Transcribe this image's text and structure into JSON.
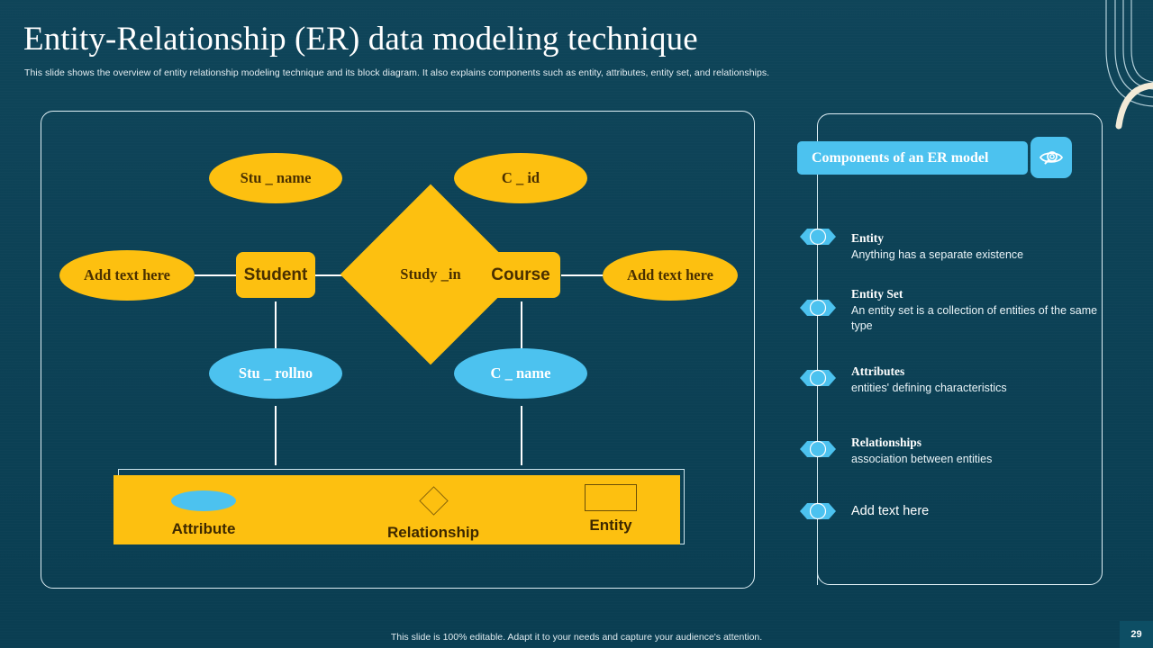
{
  "header": {
    "title": "Entity-Relationship (ER) data modeling technique",
    "subtitle": "This slide shows the overview of entity relationship modeling technique and its block diagram. It also explains components such as entity, attributes, entity set, and relationships."
  },
  "diagram": {
    "nodes": {
      "stu_name": "Stu _ name",
      "c_id": "C _ id",
      "add_text_left": "Add text here",
      "student": "Student",
      "study_in": "Study _in",
      "course": "Course",
      "add_text_right": "Add text here",
      "stu_rollno": "Stu _ rollno",
      "c_name": "C _ name"
    }
  },
  "legend": {
    "items": [
      {
        "shape": "ellipse",
        "label": "Attribute"
      },
      {
        "shape": "diamond",
        "label": "Relationship"
      },
      {
        "shape": "rectangle",
        "label": "Entity"
      }
    ]
  },
  "components_panel": {
    "header_label": "Components of an ER model",
    "header_icon": "eye-search-icon",
    "items": [
      {
        "title": "Entity",
        "desc": "Anything has a separate existence"
      },
      {
        "title": "Entity Set",
        "desc": "An entity set is a collection of entities of the same type"
      },
      {
        "title": "Attributes",
        "desc": "entities' defining characteristics"
      },
      {
        "title": "Relationships",
        "desc": "association between entities"
      },
      {
        "title": "Add text here",
        "desc": ""
      }
    ]
  },
  "footer": {
    "note": "This slide is 100% editable. Adapt it to your needs and capture your audience's attention.",
    "page_number": "29"
  },
  "colors": {
    "background": "#0a4156",
    "yellow": "#fdc010",
    "light_blue": "#4cc2ef",
    "border": "#dfeff5",
    "text_dark": "#4a3000"
  }
}
